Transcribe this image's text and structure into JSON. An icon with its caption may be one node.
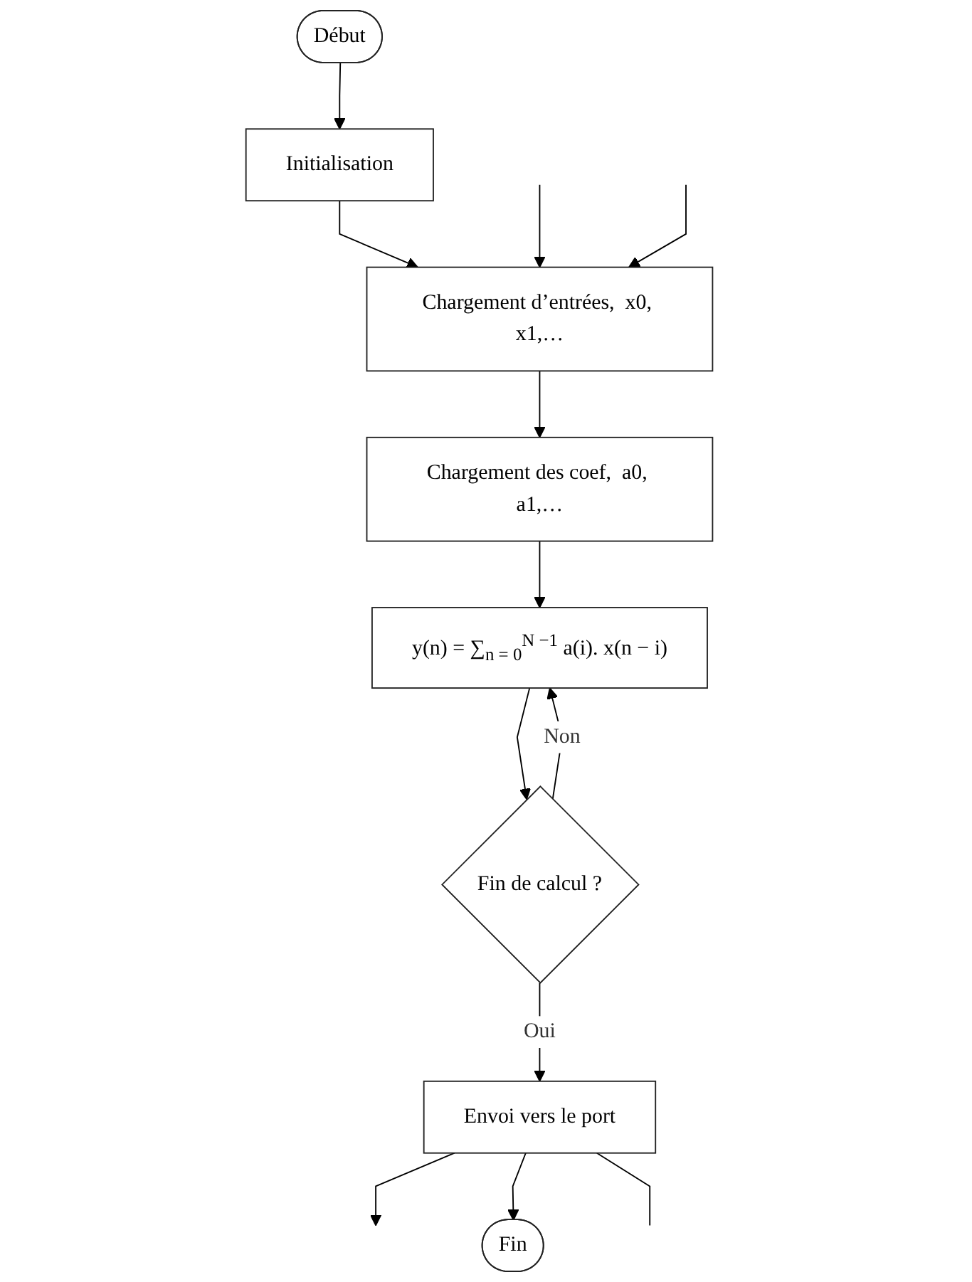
{
  "diagram": {
    "nodes": [
      {
        "text": [
          "Début"
        ]
      },
      {
        "text": [
          "Initialisation"
        ]
      },
      {
        "text": [
          "Chargement d’entrées,  x0, x1,…"
        ]
      },
      {
        "text": [
          "Chargement des coef,  a0, a1,…"
        ]
      },
      {
        "text": [
          "y(n) = ∑$_{n = 0}$$^{N −1}$ a(i). x(n − i)"
        ]
      },
      {
        "text": [
          "Fin de calcul ?"
        ]
      },
      {
        "text": [
          "Envoi vers le port"
        ]
      },
      {
        "text": [
          "Fin"
        ]
      }
    ],
    "edges": [
      {
        "from": 0,
        "to": 1,
        "arrow": "to"
      },
      {
        "from": 1,
        "to": 2,
        "arrow": "to"
      },
      {
        "from": null,
        "to": 2,
        "arrow": "to"
      },
      {
        "from": null,
        "to": 2,
        "arrow": "to"
      },
      {
        "from": 2,
        "to": 3,
        "arrow": "to"
      },
      {
        "from": 3,
        "to": 4,
        "arrow": "to"
      },
      {
        "from": 4,
        "to": 5,
        "arrow": "to"
      },
      {
        "from": 5,
        "to": 4,
        "label": "Non",
        "arrow": "to"
      },
      {
        "from": 5,
        "to": 6,
        "label": "Oui",
        "arrow": "to"
      },
      {
        "from": 6,
        "to": null,
        "arrow": "to"
      },
      {
        "from": 6,
        "to": 7,
        "arrow": "to"
      },
      {
        "from": 6,
        "to": null,
        "arrow": "none"
      }
    ]
  }
}
